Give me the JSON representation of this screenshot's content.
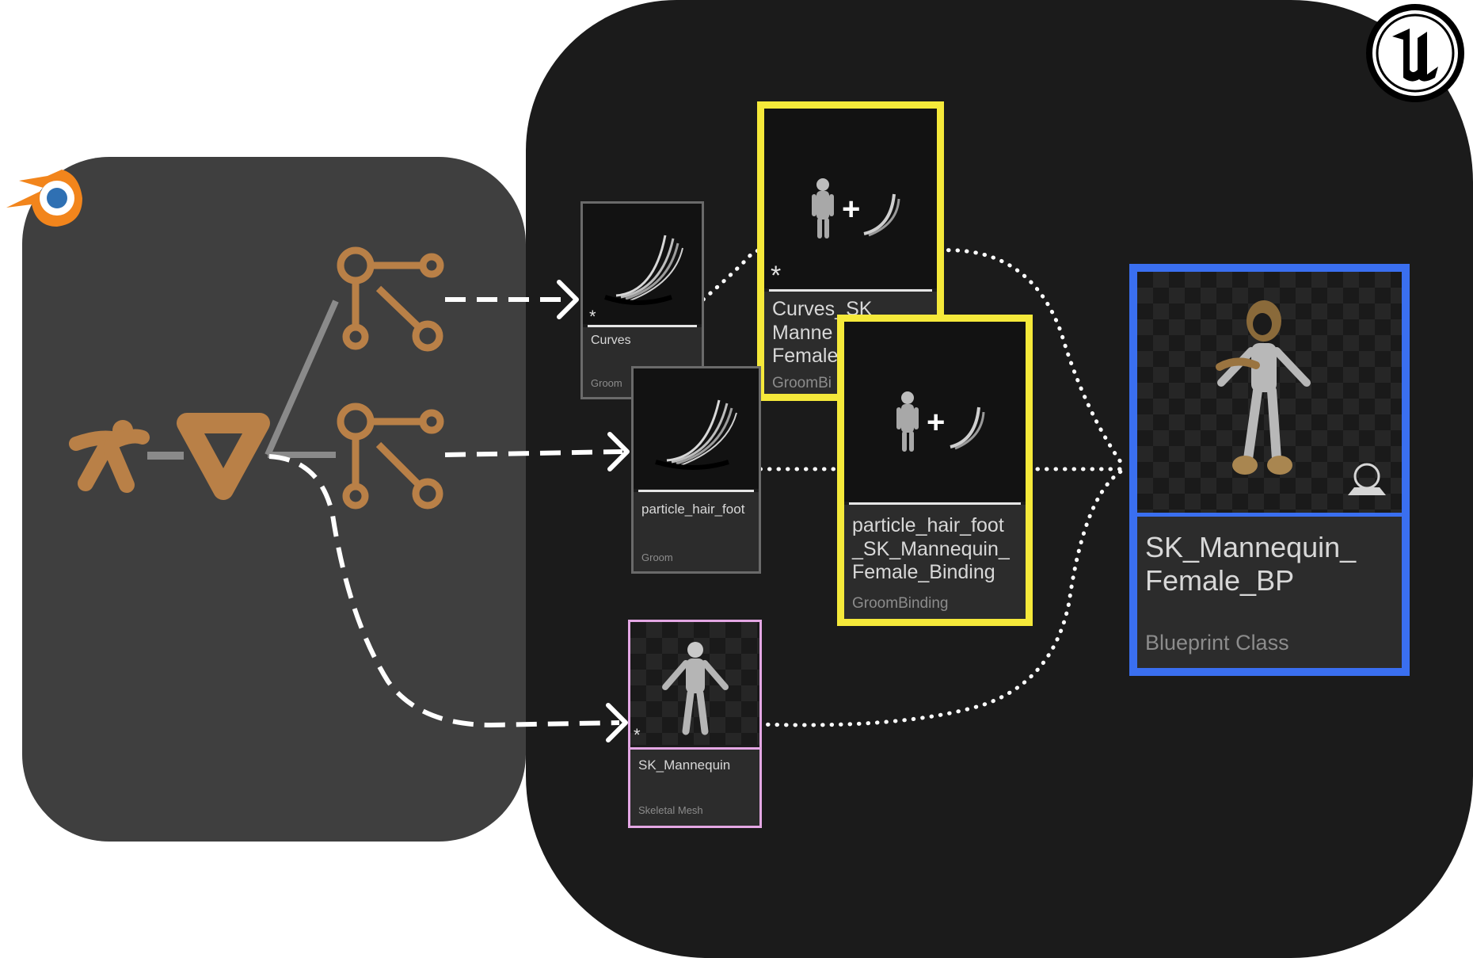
{
  "colors": {
    "blender_panel": "#3f3f3f",
    "unreal_panel": "#1b1b1b",
    "blender_accent": "#b98047",
    "binding_highlight": "#f5e93a",
    "blueprint_highlight": "#3a6ff0",
    "skeletal_highlight": "#e4a7e4",
    "groom_border": "#6a6a6a"
  },
  "logos": {
    "blender": "blender-logo",
    "unreal": "unreal-engine-logo"
  },
  "icons": {
    "armature": "armature-icon",
    "mesh": "mesh-triangle-icon",
    "particles": "particle-system-icon"
  },
  "assets": {
    "groom_curves": {
      "name": "Curves",
      "type": "Groom"
    },
    "groom_particle": {
      "name": "particle_hair_foot",
      "type": "Groom"
    },
    "binding_curves": {
      "name": "Curves_SK_\nManne\nFemale",
      "type": "GroomBi"
    },
    "binding_particle": {
      "name": "particle_hair_foot\n_SK_Mannequin_\nFemale_Binding",
      "type": "GroomBinding"
    },
    "skeletal": {
      "name": "SK_Mannequin",
      "type": "Skeletal Mesh"
    },
    "blueprint": {
      "name": "SK_Mannequin_\nFemale_BP",
      "type": "Blueprint Class"
    }
  }
}
